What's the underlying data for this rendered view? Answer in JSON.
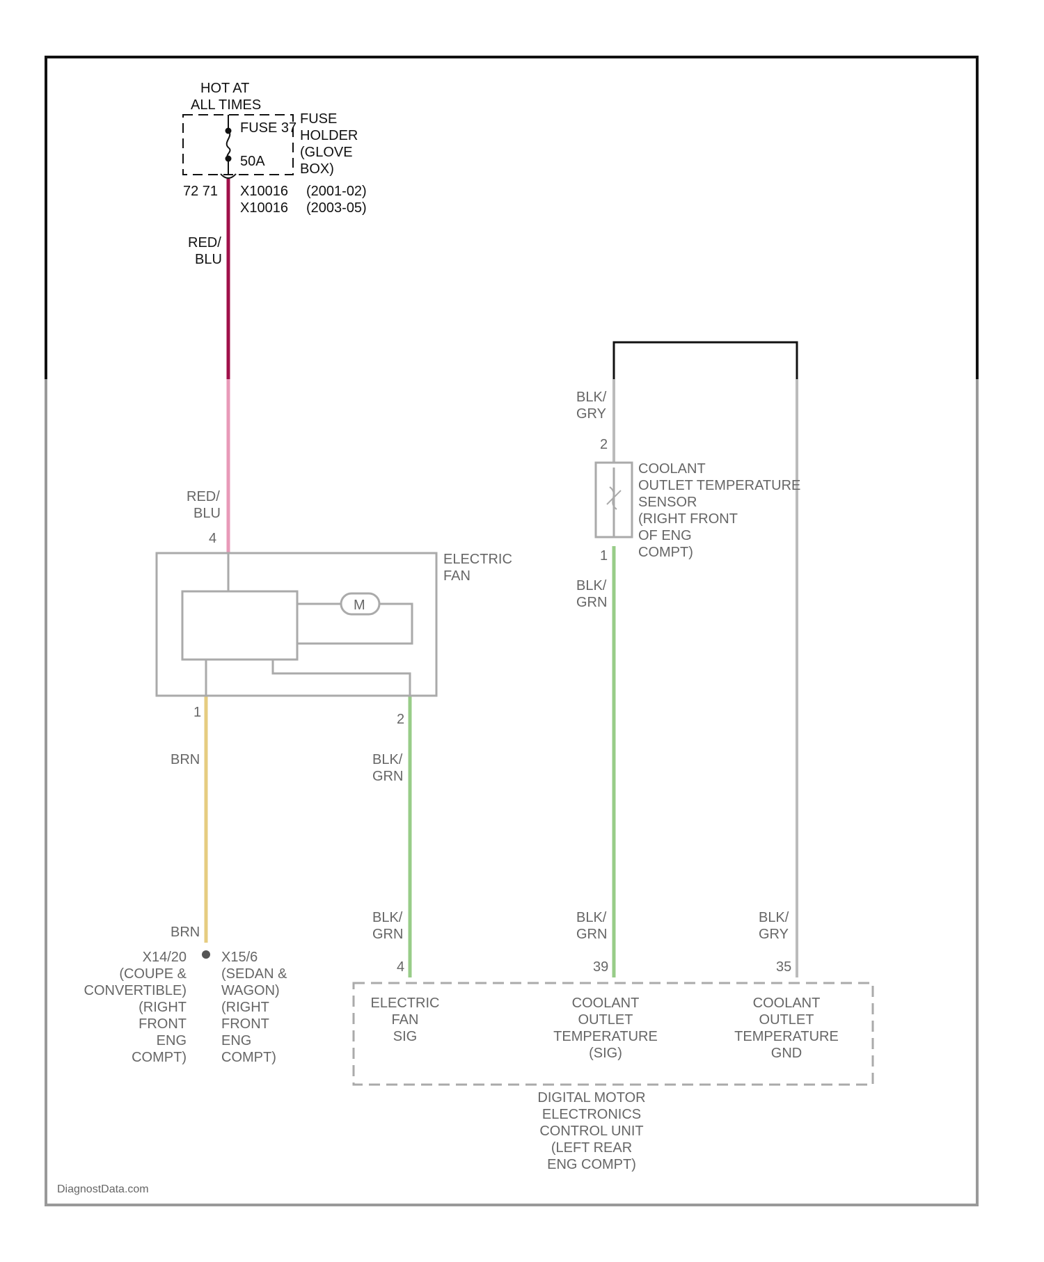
{
  "fuse_block": {
    "hot_line1": "HOT AT",
    "hot_line2": "ALL TIMES",
    "fuse_name": "FUSE 37",
    "fuse_rating": "50A",
    "holder_line1": "FUSE",
    "holder_line2": "HOLDER",
    "holder_line3": "(GLOVE",
    "holder_line4": "BOX)",
    "pins": "72 71",
    "connector_a": "X10016",
    "connector_b": "X10016",
    "years_a": "(2001-02)",
    "years_b": "(2003-05)"
  },
  "upper_wire": {
    "color_line1": "RED/",
    "color_line2": "BLU"
  },
  "fan_supply": {
    "color_line1": "RED/",
    "color_line2": "BLU",
    "pin": "4"
  },
  "electric_fan": {
    "label_line1": "ELECTRIC",
    "label_line2": "FAN",
    "motor": "M"
  },
  "ground_wire": {
    "pin": "1",
    "color": "BRN",
    "color_lower": "BRN"
  },
  "fan_control_wire": {
    "pin_top": "2",
    "color_line1": "BLK/",
    "color_line2": "GRN",
    "color_lower_line1": "BLK/",
    "color_lower_line2": "GRN",
    "pin_bottom": "4"
  },
  "sensor": {
    "label_lines": [
      "COOLANT",
      "OUTLET TEMPERATURE",
      "SENSOR",
      "(RIGHT FRONT",
      "OF ENG",
      "COMPT)"
    ],
    "pin_top": "2",
    "pin_bottom": "1",
    "top_wire_line1": "BLK/",
    "top_wire_line2": "GRY",
    "signal_wire_line1": "BLK/",
    "signal_wire_line2": "GRN",
    "signal_lower_line1": "BLK/",
    "signal_lower_line2": "GRN",
    "signal_pin": "39",
    "return_lower_line1": "BLK/",
    "return_lower_line2": "GRY",
    "return_pin": "35"
  },
  "grounds": {
    "left_lines": [
      "X14/20",
      "(COUPE &",
      "CONVERTIBLE)",
      "(RIGHT",
      "FRONT",
      "ENG",
      "COMPT)"
    ],
    "right_lines": [
      "X15/6",
      "(SEDAN &",
      "WAGON)",
      "(RIGHT",
      "FRONT",
      "ENG",
      "COMPT)"
    ]
  },
  "ecu": {
    "fan_label": [
      "ELECTRIC",
      "FAN",
      "SIG"
    ],
    "coolant_temp_label": [
      "COOLANT",
      "OUTLET",
      "TEMPERATURE",
      "(SIG)"
    ],
    "coolant_gnd_label": [
      "COOLANT",
      "OUTLET",
      "TEMPERATURE",
      "GND"
    ],
    "name_lines": [
      "DIGITAL MOTOR",
      "ELECTRONICS",
      "CONTROL UNIT",
      "(LEFT REAR",
      "ENG COMPT)"
    ]
  },
  "watermark": "DiagnostData.com",
  "colors": {
    "red_blu_wire": "#a0104a",
    "red_blu_wire_faded": "#e89ab8",
    "brn_wire": "#e6cc80",
    "grn_wire": "#98cc88",
    "gry_wire": "#bbbbbb",
    "frame": "#111111"
  }
}
